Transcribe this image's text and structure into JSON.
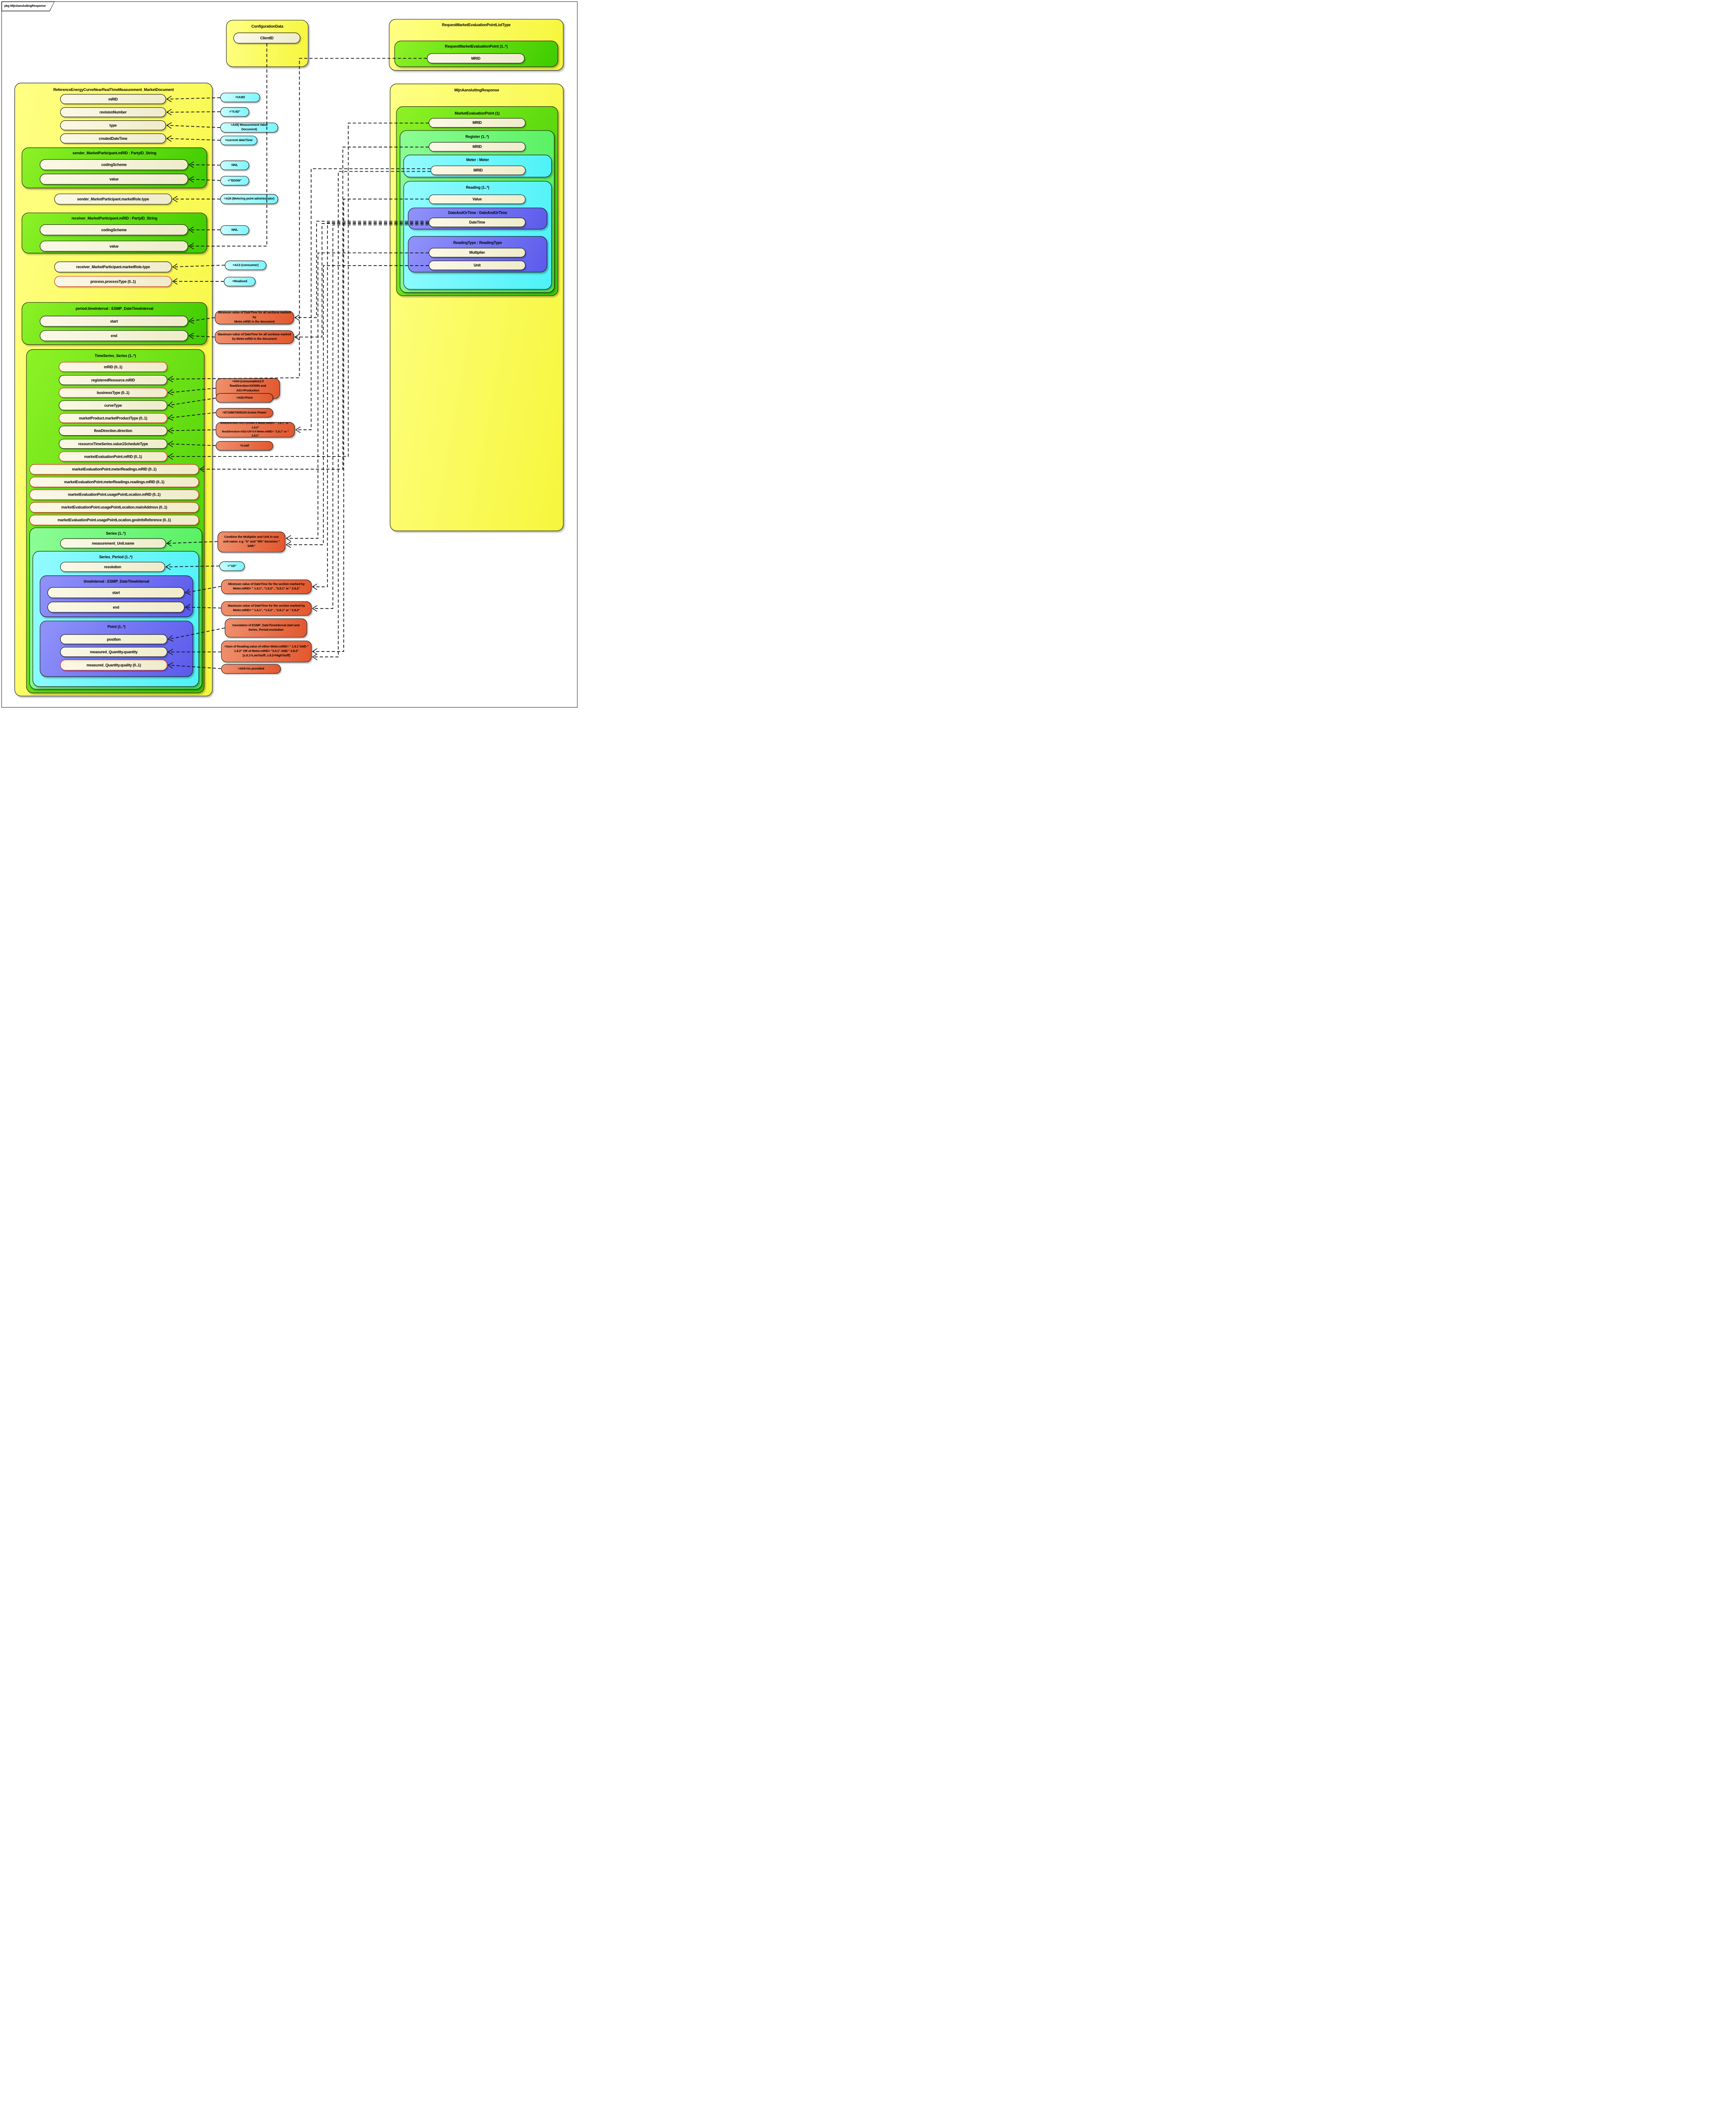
{
  "tab": {
    "label": "pkg MijnAansluitingResponse"
  },
  "configuration_data": {
    "title": "ConfigurationData",
    "client_id": "ClientID"
  },
  "request_list": {
    "title": "RequestMarketEvaluationPointListType",
    "evaluation_point_title": "RequestMarketEvaluationPoint (1..*)",
    "mrid": "MRID"
  },
  "market_document": {
    "title": "ReferenceEnergyCurveNearRealTimeMeasurement_MarketDocument",
    "mrid": "mRID",
    "revision_number": "revisionNumber",
    "type": "type",
    "created_date_time": "createdDateTime",
    "sender": {
      "title": "sender_MarketParticipant.mRID : PartyID_String",
      "coding_scheme": "codingScheme",
      "value": "value"
    },
    "sender_market_role": "sender_MarketParticipant.marketRole.type",
    "receiver": {
      "title": "receiver_MarketParticipant.mRID : PartyID_String",
      "coding_scheme": "codingScheme",
      "value": "value"
    },
    "receiver_market_role": "receiver_MarketParticipant.marketRole.type",
    "process_type": "process.processType (0..1)",
    "period": {
      "title": "period.timeInterval : ESMP_DateTimeInterval",
      "start": "start",
      "end": "end"
    },
    "timeseries": {
      "title": "TimeSeries_Series (1..*)",
      "fields": [
        "mRID (0..1)",
        "registeredResource.mRID",
        "businessType (0..1)",
        "curveType",
        "marketProduct.marketProductType (0..1)",
        "flowDirection.direction",
        "resourceTimeSeries.value1ScheduleType",
        "marketEvaluationPoint.mRID (0..1)",
        "marketEvaluationPoint.meterReadings.mRID (0..1)",
        "marketEvaluationPoint.meterReadings.readings.mRID (0..1)",
        "marketEvaluationPoint.usagePointLocation.mRID (0..1)",
        "marketEvaluationPoint.usagePointLocation.mainAddress (0..1)",
        "marketEvaluationPoint.usagePointLocation.geoInfoReference (0..1)"
      ],
      "series": {
        "title": "Series (1..*)",
        "unit_name": "measurement_Unit.name",
        "series_period": {
          "title": "Series_Period (1..*)",
          "resolution": "resolution",
          "time_interval": {
            "title": "timeInterval : ESMP_DateTimeInterval",
            "start": "start",
            "end": "end"
          },
          "point": {
            "title": "Point (1..*)",
            "position": "position",
            "quantity": "measured_Quantity.quantity",
            "quality": "measured_Quantity.quality (0..1)"
          }
        }
      }
    }
  },
  "response": {
    "title": "MijnAansluitingResponse",
    "market_evaluation_point": {
      "title": "MarketEvaluationPoint (1)",
      "mrid": "MRID",
      "register": {
        "title": "Register (1..*)",
        "mrid": "MRID",
        "meter": {
          "title": "Meter : Meter",
          "mrid": "MRID"
        },
        "reading": {
          "title": "Reading (1..*)",
          "value": "Value",
          "date_and_or_time": {
            "title": "DateAndOrTime : DateAndOrTime",
            "date_time": "DateTime"
          },
          "reading_type": {
            "title": "ReadingType : ReadingType",
            "multiplier": "Multiplier",
            "unit": "Unit"
          }
        }
      }
    }
  },
  "notes": {
    "uuid": "=UUID",
    "revision": "=\"0.92\"",
    "a45": "=A45( Measurement Value Document)",
    "current_datetime": "=current dateTime",
    "nnl_sender": "NNL",
    "edsn": "=\"EDSN\"",
    "a26": "=A26 (Metering point administrator)",
    "nnl_receiver": "NNL",
    "a13": "=A13 (consumer)",
    "realised": "=Realised",
    "min_all": "Minimum value of DateTime for all sectiona marked by\nMeter.mRID in the document",
    "max_all": "Maximum value of DateTime for all sectiona marked\nby  Meter.mRID in the document",
    "a04_consumption": "=A04 (consumption) if\nflowDirection=DOWN and A01=Production\nif flowDirection is UP",
    "a02_point": "=A02=Point",
    "active_power": "=8716867000016=Active Power",
    "flow_direction": "flowDirection=A01=DOWN if Meter.mRID= \" 1.8.1\" or \" 1.8.2\"\nflowDirection=A02=UP if  if Meter.mRID= \"2.8.1\" or \" 2.8.2\"",
    "load": "=Load",
    "combine": "Combine the Multiplier and Unit in one\nunit name: e.g. \"k\" and \"Wh\" becomes \"\nkWh\"",
    "one_day": "=\"1D\"",
    "min_section": "Minimum value of DateTime for the section marked by\nMeter.mRID= \" 1.8.1\", \"1.8.2\" , \"2.8.1\" or \" 2.8.2\"",
    "max_section": "Maximum value of DateTime for the section marked by\nMeter.mRID= \" 1.8.1\", \"1.8.2\" , \"2.8.1\" or \" 2.8.2\"",
    "translation": "translation of ESMP_DateTimeInterval.start and\nSeries_Period.resolution",
    "sum": "=Sum of Reading.value of either Meter.mRID= \" 1.8.1\"AND \"\n1.8.2\" OR of Meter.mRID= \"2.8.1\" AND \" 2.8.2\"\n[x.8.1=LowTariff; x.8.2=HighTariff]",
    "a04_provided": "=A04=As provided"
  }
}
